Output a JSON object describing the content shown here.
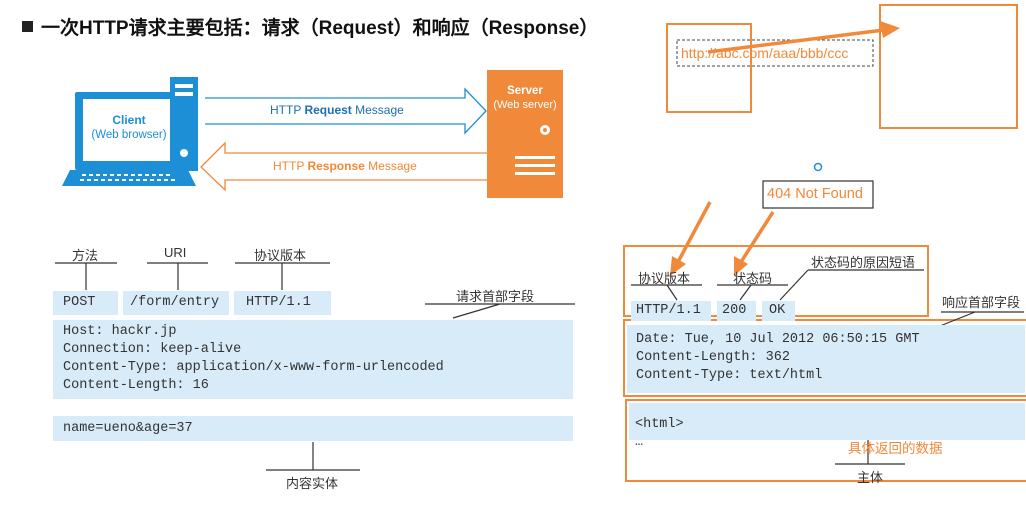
{
  "title": "一次HTTP请求主要包括：请求（Request）和响应（Response）",
  "diagram_top": {
    "client_label": "Client",
    "client_sub": "(Web browser)",
    "server_label": "Server",
    "server_sub": "(Web server)",
    "request_prefix": "HTTP ",
    "request_bold": "Request",
    "request_suffix": " Message",
    "response_prefix": "HTTP ",
    "response_bold": "Response",
    "response_suffix": " Message",
    "colors": {
      "blue": "#1d8fd6",
      "orange": "#f0893a"
    }
  },
  "request": {
    "method_label": "方法",
    "uri_label": "URI",
    "version_label": "协议版本",
    "method": "POST",
    "uri": "/form/entry",
    "version": "HTTP/1.1",
    "headers_label": "请求首部字段",
    "headers": [
      "Host: hackr.jp",
      "Connection: keep-alive",
      "Content-Type: application/x-www-form-urlencoded",
      "Content-Length: 16"
    ],
    "body": "name=ueno&age=37",
    "body_label": "内容实体"
  },
  "annotation": {
    "url": "http://abc.com/aaa/bbb/ccc",
    "not_found": "404 Not Found"
  },
  "response": {
    "version_label": "协议版本",
    "status_label": "状态码",
    "reason_label": "状态码的原因短语",
    "version": "HTTP/1.1",
    "status": "200",
    "reason": "OK",
    "headers_label": "响应首部字段",
    "headers": [
      "Date: Tue, 10 Jul 2012 06:50:15 GMT",
      "Content-Length: 362",
      "Content-Type: text/html"
    ],
    "body_lines": [
      "<html>",
      "…"
    ],
    "body_note": "具体返回的数据",
    "body_label": "主体"
  }
}
